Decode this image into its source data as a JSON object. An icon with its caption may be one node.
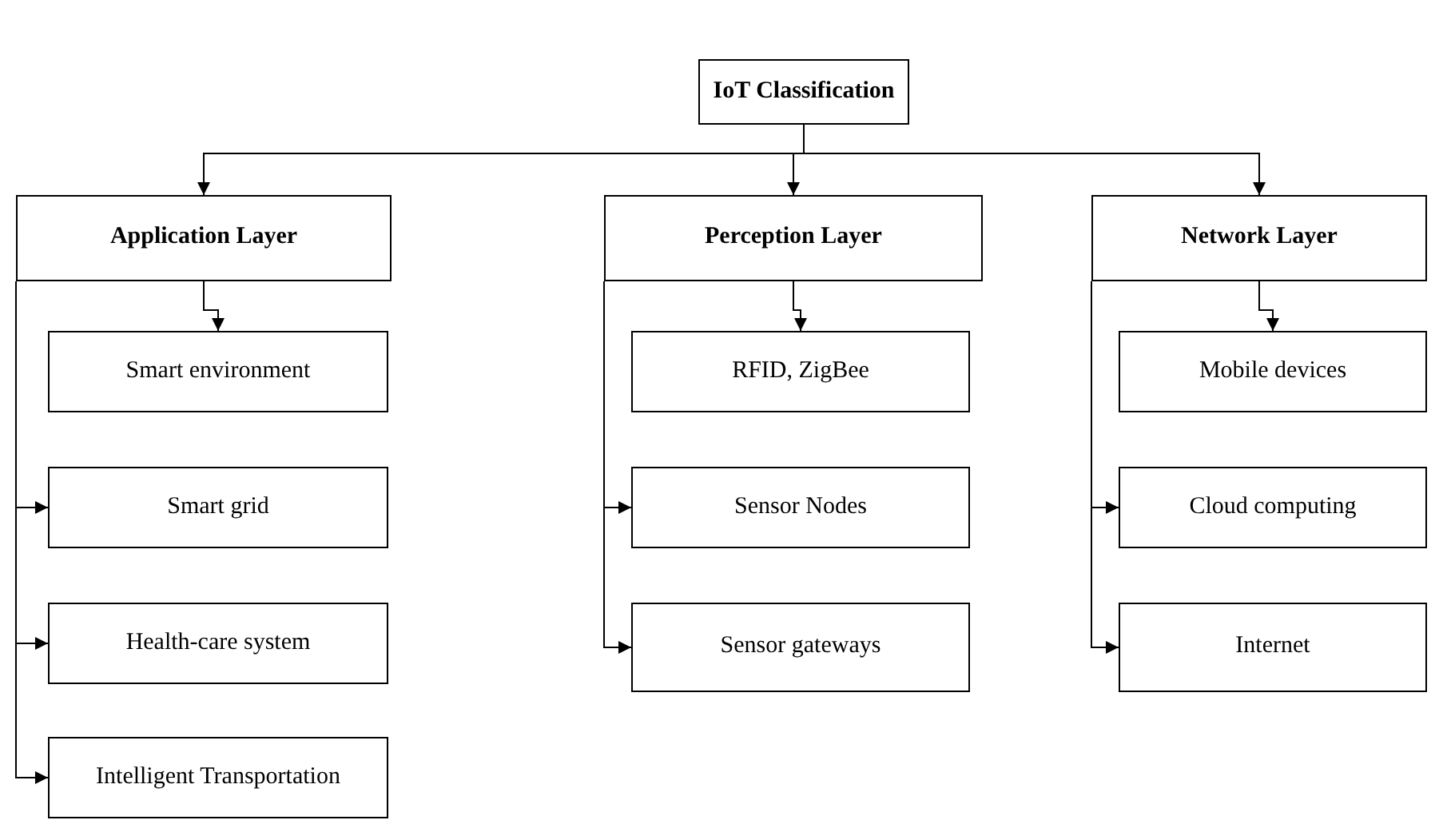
{
  "diagram": {
    "nodes": [
      {
        "text": [
          "IoT Classification"
        ]
      },
      {
        "text": [
          "Application Layer"
        ]
      },
      {
        "text": [
          "Perception Layer"
        ]
      },
      {
        "text": [
          "Network Layer"
        ]
      },
      {
        "text": [
          "Smart environment"
        ]
      },
      {
        "text": [
          "Smart grid"
        ]
      },
      {
        "text": [
          "Health-care system"
        ]
      },
      {
        "text": [
          "Intelligent Transportation"
        ]
      },
      {
        "text": [
          "RFID, ZigBee"
        ]
      },
      {
        "text": [
          "Sensor Nodes"
        ]
      },
      {
        "text": [
          "Sensor gateways"
        ]
      },
      {
        "text": [
          "Mobile devices"
        ]
      },
      {
        "text": [
          "Cloud computing"
        ]
      },
      {
        "text": [
          "Internet"
        ]
      }
    ],
    "edges": [
      {
        "from": 0,
        "to": 1,
        "arrow": "to"
      },
      {
        "from": 0,
        "to": 2,
        "arrow": "to"
      },
      {
        "from": 0,
        "to": 3,
        "arrow": "to"
      },
      {
        "from": 1,
        "to": 4,
        "arrow": "to"
      },
      {
        "from": 1,
        "to": 5,
        "arrow": "to"
      },
      {
        "from": 1,
        "to": 6,
        "arrow": "to"
      },
      {
        "from": 1,
        "to": 7,
        "arrow": "to"
      },
      {
        "from": 2,
        "to": 8,
        "arrow": "to"
      },
      {
        "from": 2,
        "to": 9,
        "arrow": "to"
      },
      {
        "from": 2,
        "to": 10,
        "arrow": "to"
      },
      {
        "from": 3,
        "to": 11,
        "arrow": "to"
      },
      {
        "from": 3,
        "to": 12,
        "arrow": "to"
      },
      {
        "from": 3,
        "to": 13,
        "arrow": "to"
      }
    ]
  }
}
